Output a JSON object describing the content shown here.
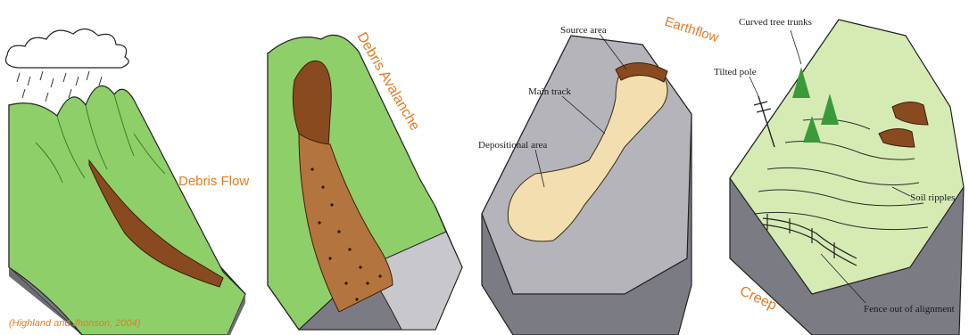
{
  "panels": [
    {
      "id": "debris-flow",
      "title": "Debris Flow"
    },
    {
      "id": "debris-avalanche",
      "title": "Debris Avalanche"
    },
    {
      "id": "earthflow",
      "title": "Earthflow",
      "labels": {
        "source_area": "Source area",
        "main_track": "Main track",
        "depositional_area": "Depositional area"
      }
    },
    {
      "id": "creep",
      "title": "Creep",
      "labels": {
        "curved_tree_trunks": "Curved tree trunks",
        "tilted_pole": "Tilted pole",
        "soil_ripples": "Soil ripples",
        "fence": "Fence out of alignment"
      }
    }
  ],
  "citation": "(Highland and Jhonson, 2004)",
  "colors": {
    "grass": "#8fcf6a",
    "grass_dark": "#5fae3f",
    "rock": "#8c8c93",
    "rock_dark": "#6d6d74",
    "debris": "#8a4a1f",
    "earth": "#f3deb0",
    "label": "#e07b24",
    "creep_green": "#d6ebb4"
  }
}
